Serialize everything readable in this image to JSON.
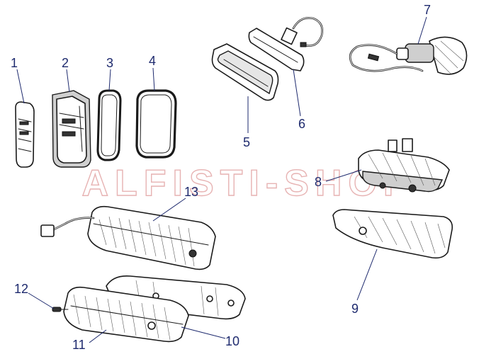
{
  "watermark": "ALFISTI-SHOP",
  "callouts": [
    {
      "id": "1",
      "label": "1"
    },
    {
      "id": "2",
      "label": "2"
    },
    {
      "id": "3",
      "label": "3"
    },
    {
      "id": "4",
      "label": "4"
    },
    {
      "id": "5",
      "label": "5"
    },
    {
      "id": "6",
      "label": "6"
    },
    {
      "id": "7",
      "label": "7"
    },
    {
      "id": "8",
      "label": "8"
    },
    {
      "id": "9",
      "label": "9"
    },
    {
      "id": "10",
      "label": "10"
    },
    {
      "id": "11",
      "label": "11"
    },
    {
      "id": "12",
      "label": "12"
    },
    {
      "id": "13",
      "label": "13"
    }
  ],
  "colors": {
    "callout": "#1e2a6e",
    "watermark": "#e7b3b3",
    "line": "#1a1a1a"
  }
}
